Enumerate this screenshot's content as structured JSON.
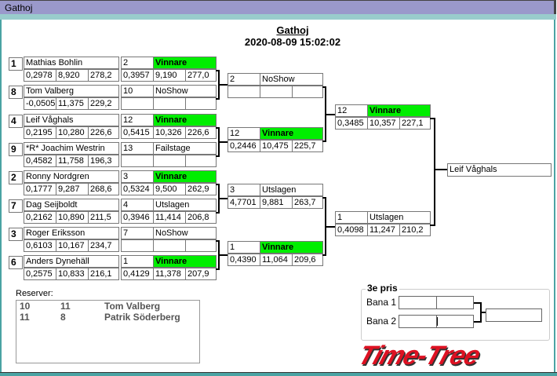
{
  "window": {
    "title": "Gathoj"
  },
  "header": {
    "title": "Gathoj",
    "datetime": "2020-08-09 15:02:02"
  },
  "round1": [
    {
      "seed": "1",
      "name": "Mathias Bohlin",
      "stats": [
        "0,2978",
        "8,920",
        "278,2"
      ]
    },
    {
      "seed": "8",
      "name": "Tom Valberg",
      "stats": [
        "-0,0505",
        "11,375",
        "229,2"
      ]
    },
    {
      "seed": "4",
      "name": "Leif Våghals",
      "stats": [
        "0,2195",
        "10,280",
        "226,6"
      ]
    },
    {
      "seed": "9",
      "name": "*R* Joachim  Westrin",
      "stats": [
        "0,4582",
        "11,758",
        "196,3"
      ]
    },
    {
      "seed": "2",
      "name": "Ronny Nordgren",
      "stats": [
        "0,1777",
        "9,287",
        "268,6"
      ]
    },
    {
      "seed": "7",
      "name": "Dag Seijboldt",
      "stats": [
        "0,2162",
        "10,890",
        "211,5"
      ]
    },
    {
      "seed": "3",
      "name": "Roger Eriksson",
      "stats": [
        "0,6103",
        "10,167",
        "234,7"
      ]
    },
    {
      "seed": "6",
      "name": "Anders Dynehäll",
      "stats": [
        "0,2575",
        "10,833",
        "216,1"
      ]
    }
  ],
  "round2": [
    {
      "lane": "2",
      "result": "Vinnare",
      "winner": true,
      "stats": [
        "0,3957",
        "9,190",
        "277,0"
      ]
    },
    {
      "lane": "10",
      "result": "NoShow",
      "winner": false,
      "stats": [
        "",
        "",
        ""
      ]
    },
    {
      "lane": "12",
      "result": "Vinnare",
      "winner": true,
      "stats": [
        "0,5415",
        "10,326",
        "226,6"
      ]
    },
    {
      "lane": "13",
      "result": "Failstage",
      "winner": false,
      "stats": [
        "",
        "",
        ""
      ]
    },
    {
      "lane": "3",
      "result": "Vinnare",
      "winner": true,
      "stats": [
        "0,5324",
        "9,500",
        "262,9"
      ]
    },
    {
      "lane": "4",
      "result": "Utslagen",
      "winner": false,
      "stats": [
        "0,3946",
        "11,414",
        "206,8"
      ]
    },
    {
      "lane": "7",
      "result": "NoShow",
      "winner": false,
      "stats": [
        "",
        "",
        ""
      ]
    },
    {
      "lane": "1",
      "result": "Vinnare",
      "winner": true,
      "stats": [
        "0,4129",
        "11,378",
        "207,9"
      ]
    }
  ],
  "round3": [
    {
      "lane": "2",
      "result": "NoShow",
      "winner": false,
      "stats": [
        "",
        "",
        ""
      ]
    },
    {
      "lane": "12",
      "result": "Vinnare",
      "winner": true,
      "stats": [
        "0,2446",
        "10,475",
        "225,7"
      ]
    },
    {
      "lane": "3",
      "result": "Utslagen",
      "winner": false,
      "stats": [
        "4,7701",
        "9,881",
        "263,7"
      ]
    },
    {
      "lane": "1",
      "result": "Vinnare",
      "winner": true,
      "stats": [
        "0,4390",
        "11,064",
        "209,6"
      ]
    }
  ],
  "round4": [
    {
      "lane": "12",
      "result": "Vinnare",
      "winner": true,
      "stats": [
        "0,3485",
        "10,357",
        "227,1"
      ]
    },
    {
      "lane": "1",
      "result": "Utslagen",
      "winner": false,
      "stats": [
        "0,4098",
        "11,247",
        "210,2"
      ]
    }
  ],
  "champion": "Leif Våghals",
  "reserves": {
    "label": "Reserver:",
    "rows": [
      {
        "a": "10",
        "b": "11",
        "name": "Tom Valberg"
      },
      {
        "a": "11",
        "b": "8",
        "name": "Patrik Söderberg"
      }
    ]
  },
  "third_prize": {
    "label": "3e pris",
    "lane1": "Bana 1",
    "lane2": "Bana 2"
  },
  "logo": "Time-Tree",
  "colors": {
    "winner": "#00ee00",
    "titlebar": "#9a99cb",
    "frame": "#4aa3a3",
    "logo": "#dd1122"
  }
}
